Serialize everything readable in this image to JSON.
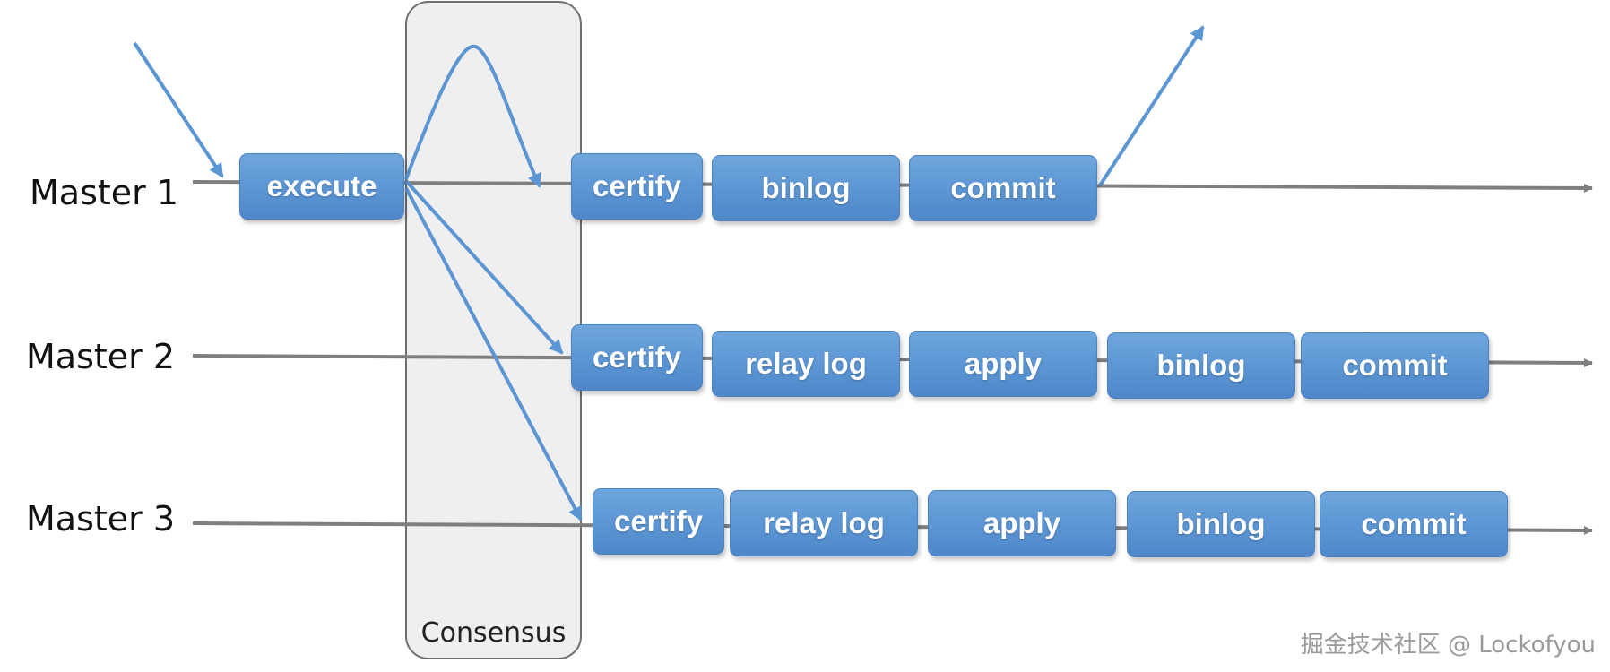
{
  "masters": [
    {
      "id": "m1",
      "label": "Master 1",
      "steps": [
        "execute",
        "certify",
        "binlog",
        "commit"
      ]
    },
    {
      "id": "m2",
      "label": "Master 2",
      "steps": [
        "certify",
        "relay log",
        "apply",
        "binlog",
        "commit"
      ]
    },
    {
      "id": "m3",
      "label": "Master 3",
      "steps": [
        "certify",
        "relay log",
        "apply",
        "binlog",
        "commit"
      ]
    }
  ],
  "consensus": {
    "label": "Consensus"
  },
  "watermark": "掘金技术社区 @ Lockofyou",
  "colors": {
    "box": "#5b95d3",
    "arrow": "#5b95d3",
    "timeline": "#7f7f7f"
  }
}
